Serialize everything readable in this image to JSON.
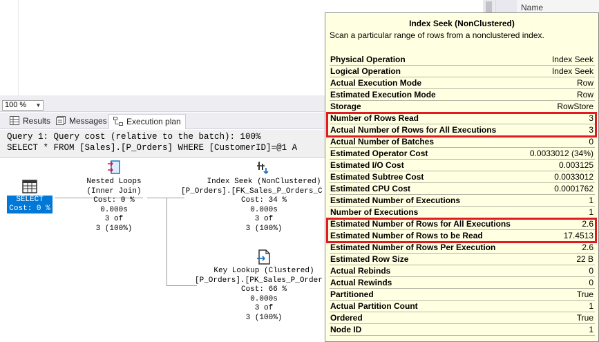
{
  "editor": {
    "object_panel_header": "Name"
  },
  "zoom": {
    "value": "100 %"
  },
  "tabs": [
    {
      "label": "Results",
      "icon": "grid-icon",
      "active": false
    },
    {
      "label": "Messages",
      "icon": "messages-icon",
      "active": false
    },
    {
      "label": "Execution plan",
      "icon": "execution-plan-icon",
      "active": true
    }
  ],
  "query": {
    "line1": "Query 1: Query cost (relative to the batch): 100%",
    "line2": "SELECT * FROM [Sales].[P_Orders] WHERE [CustomerID]=@1 A"
  },
  "plan": {
    "select": {
      "label": "SELECT",
      "cost": "Cost: 0 %"
    },
    "nested_loops": {
      "name": "Nested Loops",
      "sub": "(Inner Join)",
      "cost": "Cost: 0 %",
      "time": "0.000s",
      "rows": "3 of",
      "pct": "3 (100%)"
    },
    "index_seek": {
      "name": "Index Seek (NonClustered)",
      "sub": "[P_Orders].[FK_Sales_P_Orders_C",
      "cost": "Cost: 34 %",
      "time": "0.000s",
      "rows": "3 of",
      "pct": "3 (100%)"
    },
    "key_lookup": {
      "name": "Key Lookup (Clustered)",
      "sub": "[P_Orders].[PK_Sales_P_Order",
      "cost": "Cost: 66 %",
      "time": "0.000s",
      "rows": "3 of",
      "pct": "3 (100%)"
    }
  },
  "tooltip": {
    "title": "Index Seek (NonClustered)",
    "description": "Scan a particular range of rows from a nonclustered index.",
    "highlight_color": "#e11b22",
    "rows": [
      {
        "label": "Physical Operation",
        "value": "Index Seek"
      },
      {
        "label": "Logical Operation",
        "value": "Index Seek"
      },
      {
        "label": "Actual Execution Mode",
        "value": "Row"
      },
      {
        "label": "Estimated Execution Mode",
        "value": "Row"
      },
      {
        "label": "Storage",
        "value": "RowStore"
      },
      {
        "label": "Number of Rows Read",
        "value": "3"
      },
      {
        "label": "Actual Number of Rows for All Executions",
        "value": "3"
      },
      {
        "label": "Actual Number of Batches",
        "value": "0"
      },
      {
        "label": "Estimated Operator Cost",
        "value": "0.0033012 (34%)"
      },
      {
        "label": "Estimated I/O Cost",
        "value": "0.003125"
      },
      {
        "label": "Estimated Subtree Cost",
        "value": "0.0033012"
      },
      {
        "label": "Estimated CPU Cost",
        "value": "0.0001762"
      },
      {
        "label": "Estimated Number of Executions",
        "value": "1"
      },
      {
        "label": "Number of Executions",
        "value": "1"
      },
      {
        "label": "Estimated Number of Rows for All Executions",
        "value": "2.6"
      },
      {
        "label": "Estimated Number of Rows to be Read",
        "value": "17.4513"
      },
      {
        "label": "Estimated Number of Rows Per Execution",
        "value": "2.6"
      },
      {
        "label": "Estimated Row Size",
        "value": "22 B"
      },
      {
        "label": "Actual Rebinds",
        "value": "0"
      },
      {
        "label": "Actual Rewinds",
        "value": "0"
      },
      {
        "label": "Partitioned",
        "value": "True"
      },
      {
        "label": "Actual Partition Count",
        "value": "1"
      },
      {
        "label": "Ordered",
        "value": "True"
      },
      {
        "label": "Node ID",
        "value": "1"
      }
    ]
  }
}
